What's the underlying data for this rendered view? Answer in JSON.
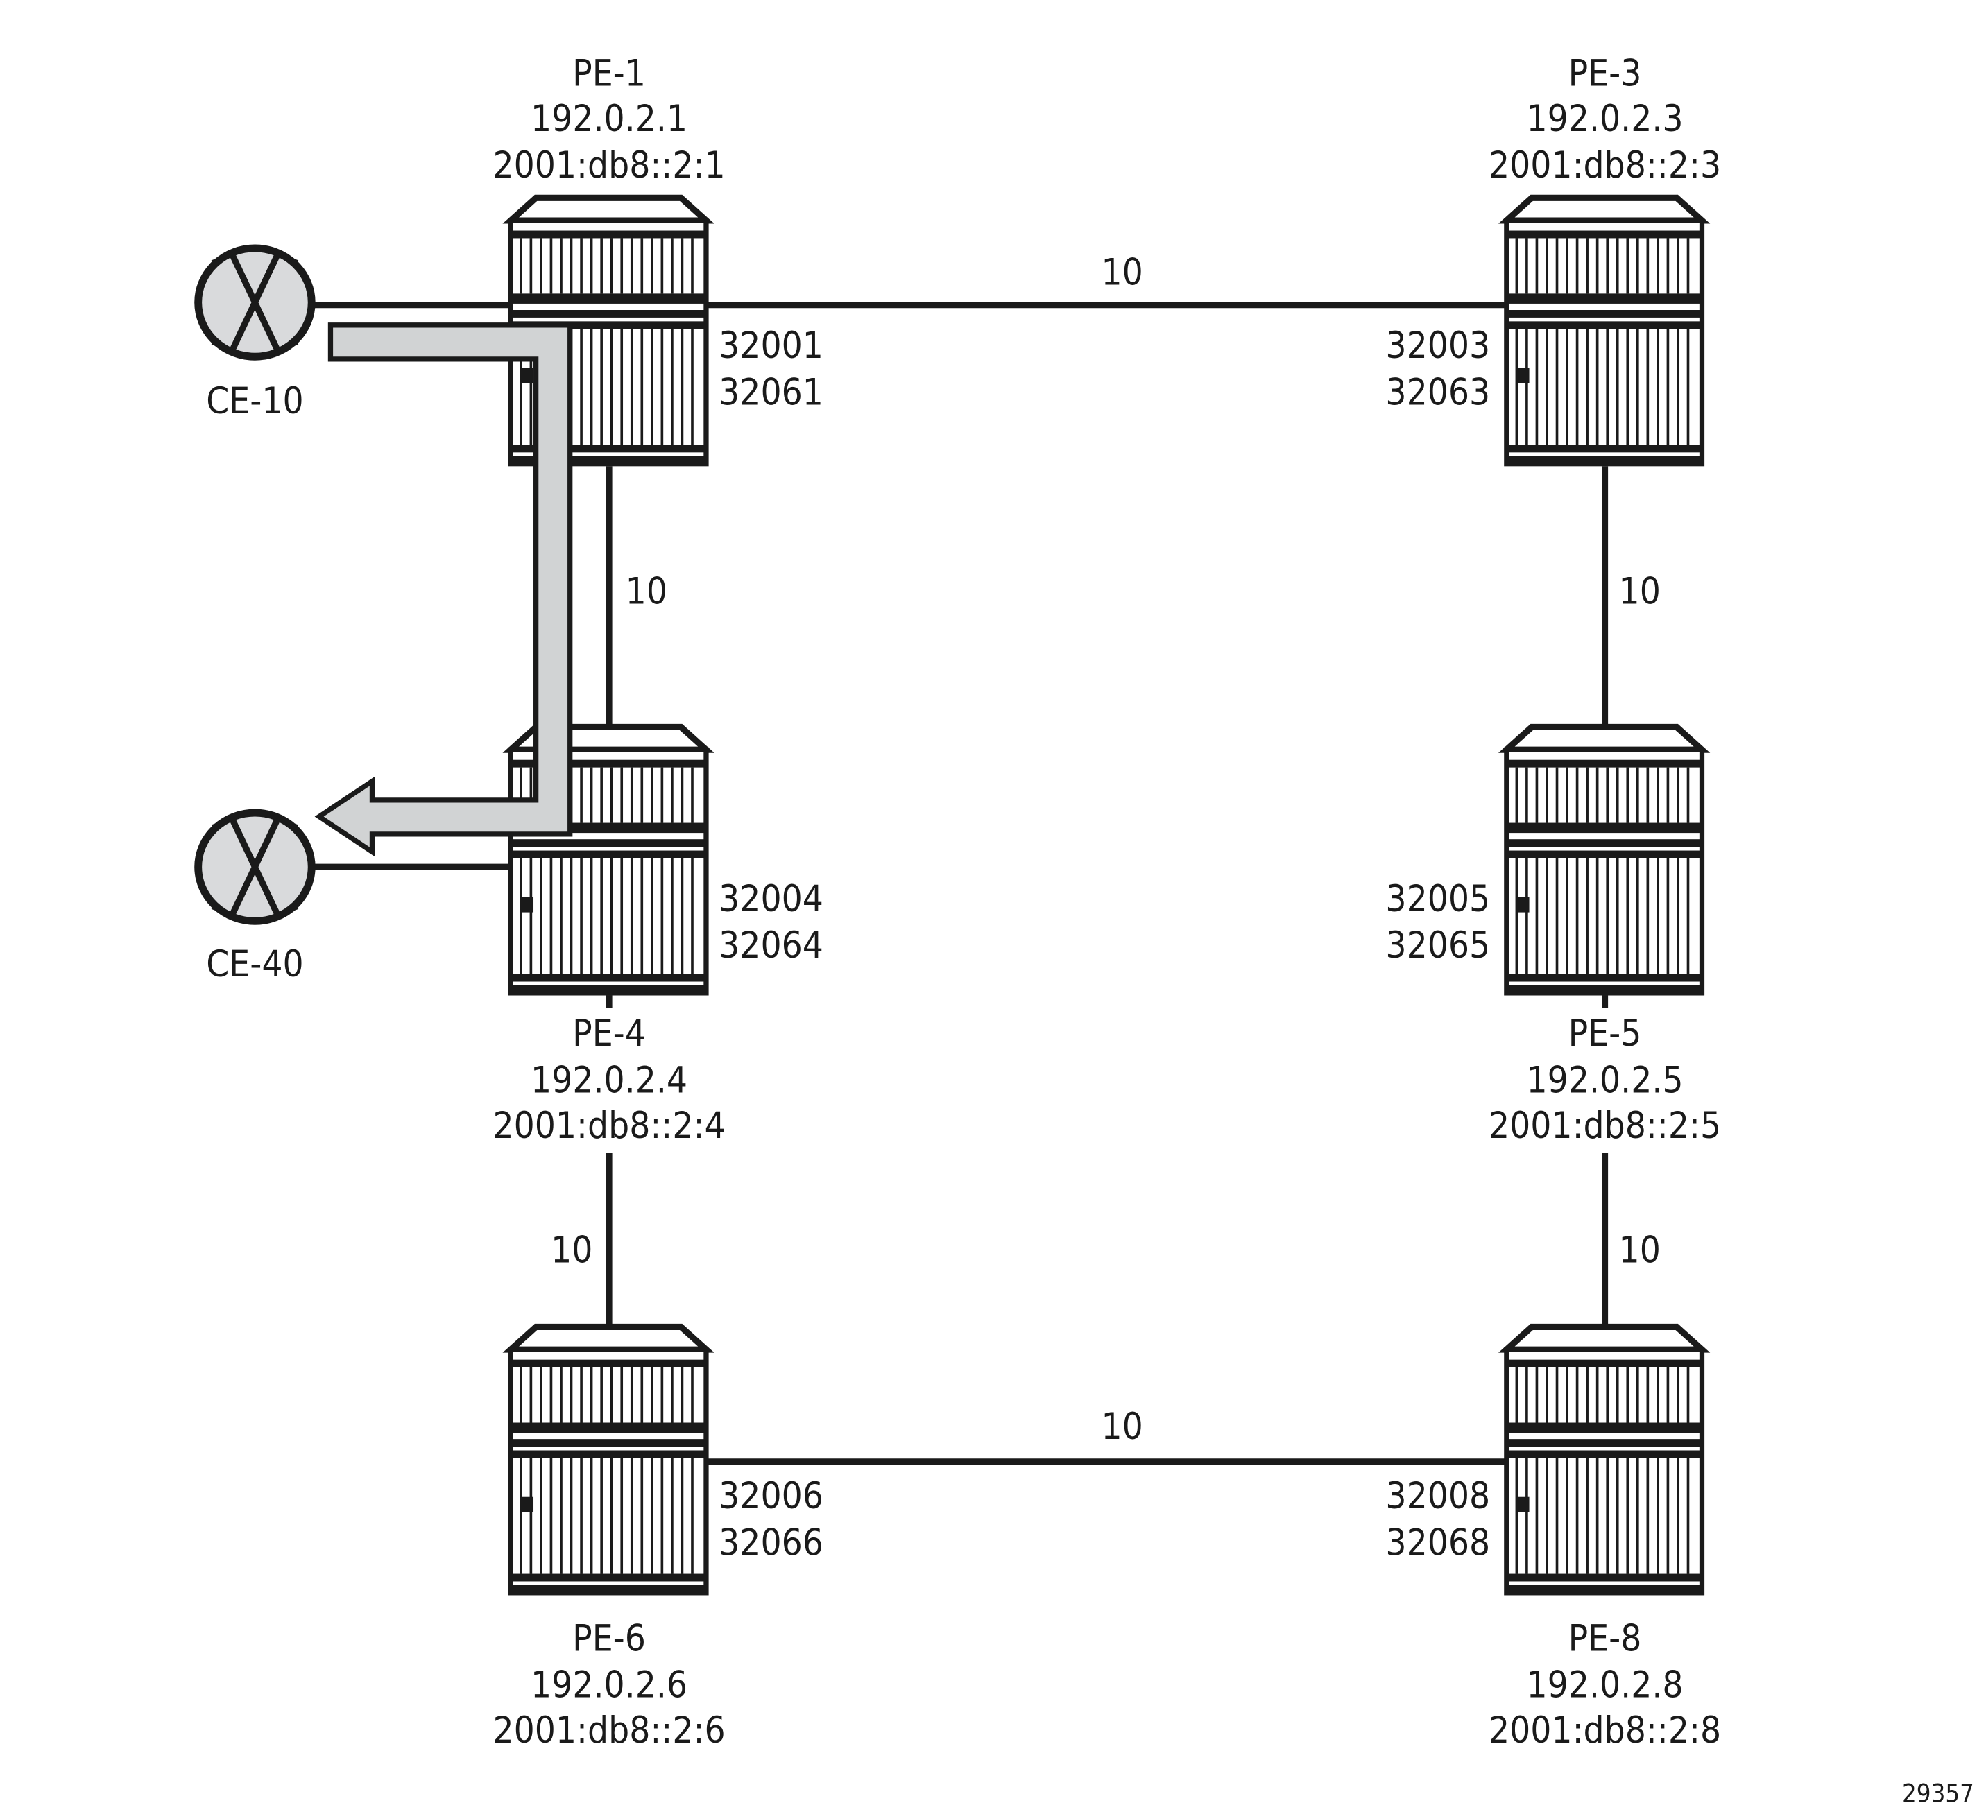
{
  "colors": {
    "line": "#1a1a1a",
    "ce_fill": "#d9dadc",
    "arrow_fill": "#d1d3d4"
  },
  "nodes": {
    "pe1": {
      "name": "PE-1",
      "ipv4": "192.0.2.1",
      "ipv6": "2001:db8::2:1",
      "sid1": "32001",
      "sid2": "32061"
    },
    "pe3": {
      "name": "PE-3",
      "ipv4": "192.0.2.3",
      "ipv6": "2001:db8::2:3",
      "sid1": "32003",
      "sid2": "32063"
    },
    "pe4": {
      "name": "PE-4",
      "ipv4": "192.0.2.4",
      "ipv6": "2001:db8::2:4",
      "sid1": "32004",
      "sid2": "32064"
    },
    "pe5": {
      "name": "PE-5",
      "ipv4": "192.0.2.5",
      "ipv6": "2001:db8::2:5",
      "sid1": "32005",
      "sid2": "32065"
    },
    "pe6": {
      "name": "PE-6",
      "ipv4": "192.0.2.6",
      "ipv6": "2001:db8::2:6",
      "sid1": "32006",
      "sid2": "32066"
    },
    "pe8": {
      "name": "PE-8",
      "ipv4": "192.0.2.8",
      "ipv6": "2001:db8::2:8",
      "sid1": "32008",
      "sid2": "32068"
    },
    "ce10": {
      "name": "CE-10"
    },
    "ce40": {
      "name": "CE-40"
    }
  },
  "links": {
    "pe1_pe3": "10",
    "pe1_pe4": "10",
    "pe3_pe5": "10",
    "pe4_pe6": "10",
    "pe5_pe8": "10",
    "pe6_pe8": "10"
  },
  "figure_id": "29357"
}
